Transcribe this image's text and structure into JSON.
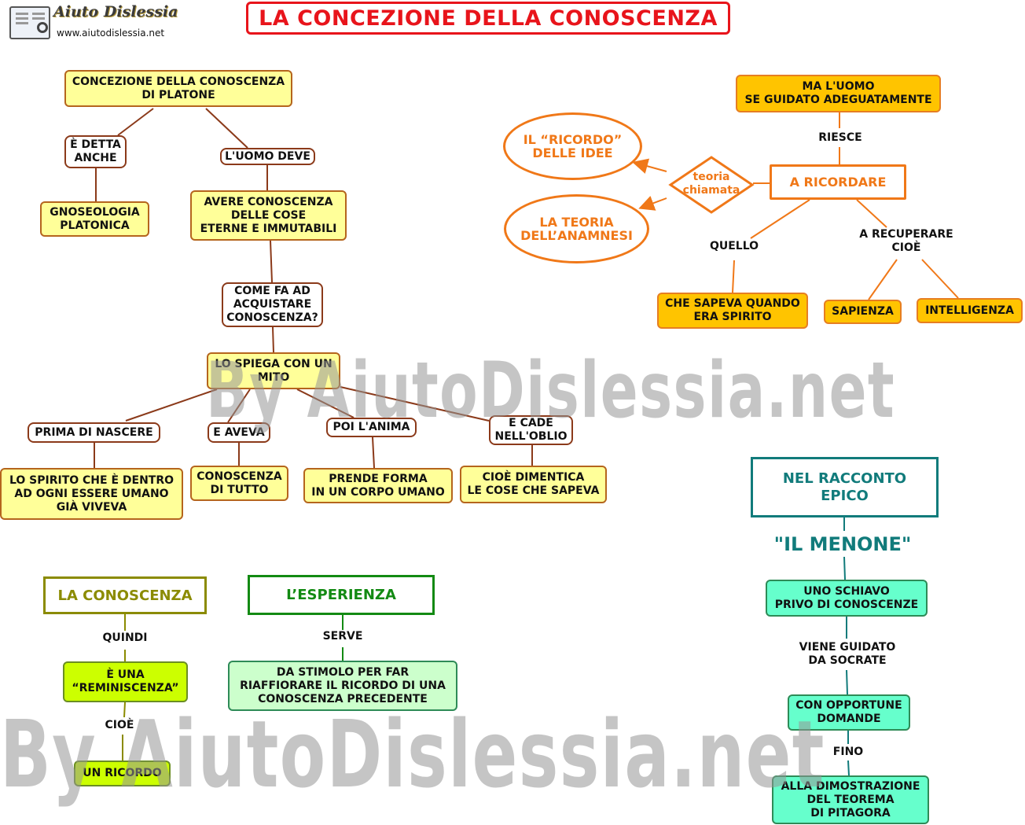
{
  "logo": {
    "name": "Aiuto Dislessia",
    "url": "www.aiutodislessia.net"
  },
  "title": "LA CONCEZIONE DELLA CONOSCENZA",
  "watermark": "By AiutoDislessia.net",
  "platone": {
    "root": "CONCEZIONE DELLA CONOSCENZA\nDI PLATONE",
    "e_detta": "È DETTA\nANCHE",
    "gnoseologia": "GNOSEOLOGIA\nPLATONICA",
    "uomo_deve": "L'UOMO DEVE",
    "avere": "AVERE CONOSCENZA\nDELLE COSE\nETERNE E IMMUTABILI",
    "come_fa": "COME FA AD\nACQUISTARE\nCONOSCENZA?",
    "spiega": "LO SPIEGA CON UN\nMITO",
    "prima": "PRIMA DI NASCERE",
    "spirito": "LO SPIRITO CHE È DENTRO\nAD OGNI ESSERE UMANO\nGIÀ VIVEVA",
    "aveva": "E AVEVA",
    "conoscenza_tutto": "CONOSCENZA\nDI TUTTO",
    "poi": "POI L'ANIMA",
    "prende": "PRENDE FORMA\nIN UN CORPO UMANO",
    "cade": "E CADE\nNELL'OBLIO",
    "dimentica": "CIOÈ DIMENTICA\nLE COSE CHE SAPEVA"
  },
  "ricordo": {
    "ma_uomo": "MA L'UOMO\nSE GUIDATO ADEGUATAMENTE",
    "riesce": "RIESCE",
    "a_ricordare": "A RICORDARE",
    "teoria": "teoria\nchiamata",
    "ricordo_idee": "IL “RICORDO”\nDELLE IDEE",
    "anamnesi": "LA TEORIA\nDELL’ANAMNESI",
    "quello": "QUELLO",
    "sapeva": "CHE SAPEVA QUANDO\nERA SPIRITO",
    "recuperare": "A RECUPERARE\nCIOÈ",
    "sapienza": "SAPIENZA",
    "intelligenza": "INTELLIGENZA"
  },
  "conoscenza": {
    "box": "LA CONOSCENZA",
    "quindi": "QUINDI",
    "reminiscenza": "È UNA\n“REMINISCENZA”",
    "cioe": "CIOÈ",
    "ricordo": "UN RICORDO"
  },
  "esperienza": {
    "box": "L’ESPERIENZA",
    "serve": "SERVE",
    "stimolo": "DA STIMOLO PER FAR\nRIAFFIORARE IL RICORDO DI UNA\nCONOSCENZA PRECEDENTE"
  },
  "menone": {
    "box": "NEL RACCONTO\nEPICO",
    "title": "\"IL MENONE\"",
    "schiavo": "UNO SCHIAVO\nPRIVO DI CONOSCENZE",
    "guidato": "VIENE GUIDATO\nDA SOCRATE",
    "domande": "CON OPPORTUNE\nDOMANDE",
    "fino": "FINO",
    "dimostrazione": "ALLA DIMOSTRAZIONE\nDEL TEOREMA\nDI PITAGORA"
  },
  "colors": {
    "title": "#e8141b",
    "brown": "#8b3a1a",
    "orange": "#f07818",
    "teal": "#117b7b",
    "olive": "#8b8b00",
    "green": "#138a13",
    "yellow_fill": "#ffff99",
    "orange_fill": "#ffc400",
    "mint_fill": "#66ffcc",
    "lime_fill": "#ccff00",
    "light_green_fill": "#ccffcc"
  }
}
